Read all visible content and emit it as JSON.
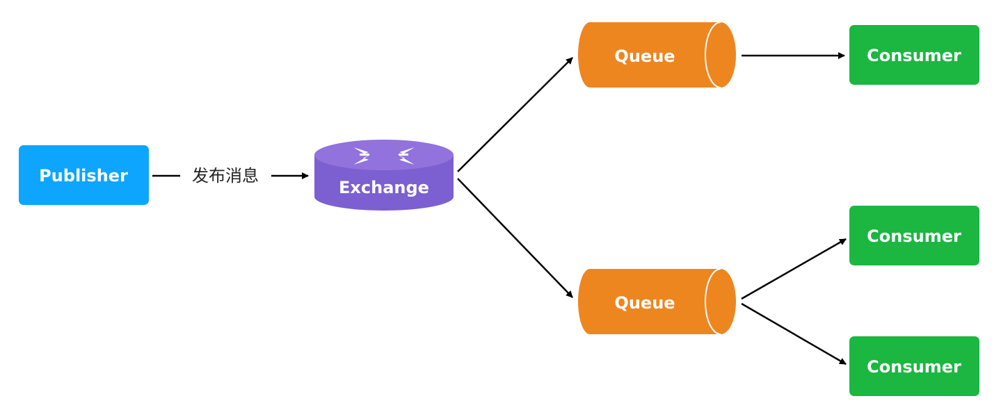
{
  "colors": {
    "publisher": "#0ea5ff",
    "exchange_top": "#9272dd",
    "exchange_body": "#7c5fd0",
    "queue": "#ee8620",
    "queue_edge": "#ffffff",
    "consumer": "#1bb741",
    "arrow": "#000000"
  },
  "nodes": {
    "publisher": {
      "label": "Publisher"
    },
    "exchange": {
      "label": "Exchange",
      "icon": "router-arrows-icon"
    },
    "queue_top": {
      "label": "Queue"
    },
    "queue_bottom": {
      "label": "Queue"
    },
    "consumer_1": {
      "label": "Consumer"
    },
    "consumer_2": {
      "label": "Consumer"
    },
    "consumer_3": {
      "label": "Consumer"
    }
  },
  "edges": {
    "publish_label": "发布消息"
  }
}
